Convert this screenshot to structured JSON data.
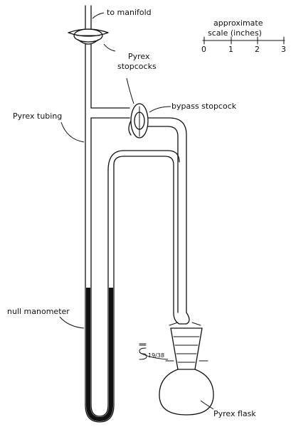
{
  "labels": {
    "to_manifold": "to manifold",
    "scale_title_1": "approximate",
    "scale_title_2": "scale (inches)",
    "pyrex_1": "Pyrex",
    "stopcocks": "stopcocks",
    "bypass_stopcock": "bypass stopcock",
    "pyrex_tubing": "Pyrex tubing",
    "null_manometer": "null manometer",
    "joint_size": "19/38",
    "pyrex_flask": "Pyrex flask"
  },
  "scale_ticks": [
    "0",
    "1",
    "2",
    "3"
  ]
}
